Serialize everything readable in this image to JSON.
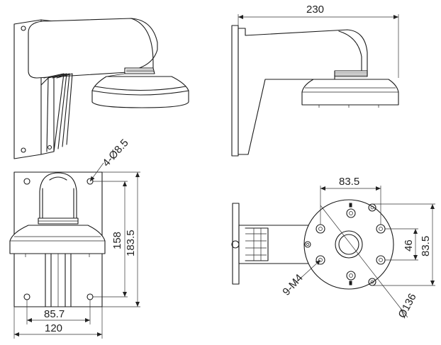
{
  "dimensions": {
    "top_width": "230",
    "hole_spec": "4-Ø8.5",
    "hole_pitch_v": "158",
    "plate_height": "183.5",
    "hole_pitch_h": "85.7",
    "plate_width": "120",
    "mount_width": "83.5",
    "mount_height": "83.5",
    "mount_pitch": "46",
    "screw_spec": "9-M4",
    "base_diameter": "Ø136"
  },
  "colors": {
    "line": "#1a1a1a",
    "background": "#ffffff"
  }
}
